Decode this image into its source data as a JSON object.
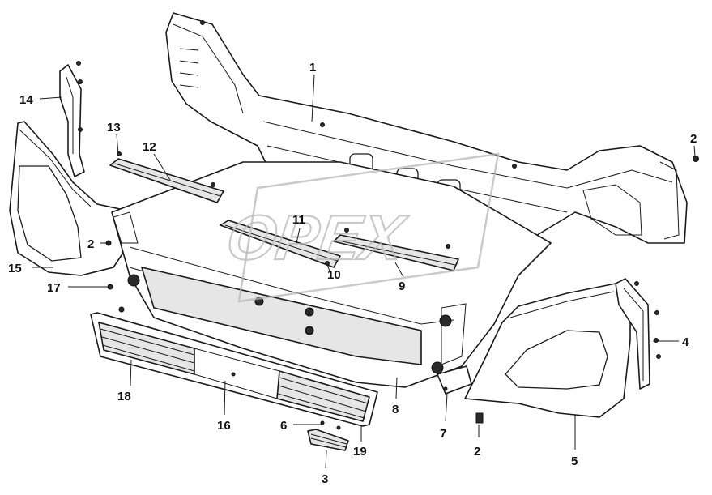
{
  "watermark": {
    "text": "OPEX"
  },
  "callouts": [
    {
      "id": "1",
      "label": "1"
    },
    {
      "id": "2a",
      "label": "2"
    },
    {
      "id": "2b",
      "label": "2"
    },
    {
      "id": "2c",
      "label": "2"
    },
    {
      "id": "3",
      "label": "3"
    },
    {
      "id": "4",
      "label": "4"
    },
    {
      "id": "5",
      "label": "5"
    },
    {
      "id": "6",
      "label": "6"
    },
    {
      "id": "7",
      "label": "7"
    },
    {
      "id": "8",
      "label": "8"
    },
    {
      "id": "9",
      "label": "9"
    },
    {
      "id": "10",
      "label": "10"
    },
    {
      "id": "11",
      "label": "11"
    },
    {
      "id": "12",
      "label": "12"
    },
    {
      "id": "13",
      "label": "13"
    },
    {
      "id": "14",
      "label": "14"
    },
    {
      "id": "15",
      "label": "15"
    },
    {
      "id": "16",
      "label": "16"
    },
    {
      "id": "17",
      "label": "17"
    },
    {
      "id": "18",
      "label": "18"
    },
    {
      "id": "19",
      "label": "19"
    }
  ]
}
